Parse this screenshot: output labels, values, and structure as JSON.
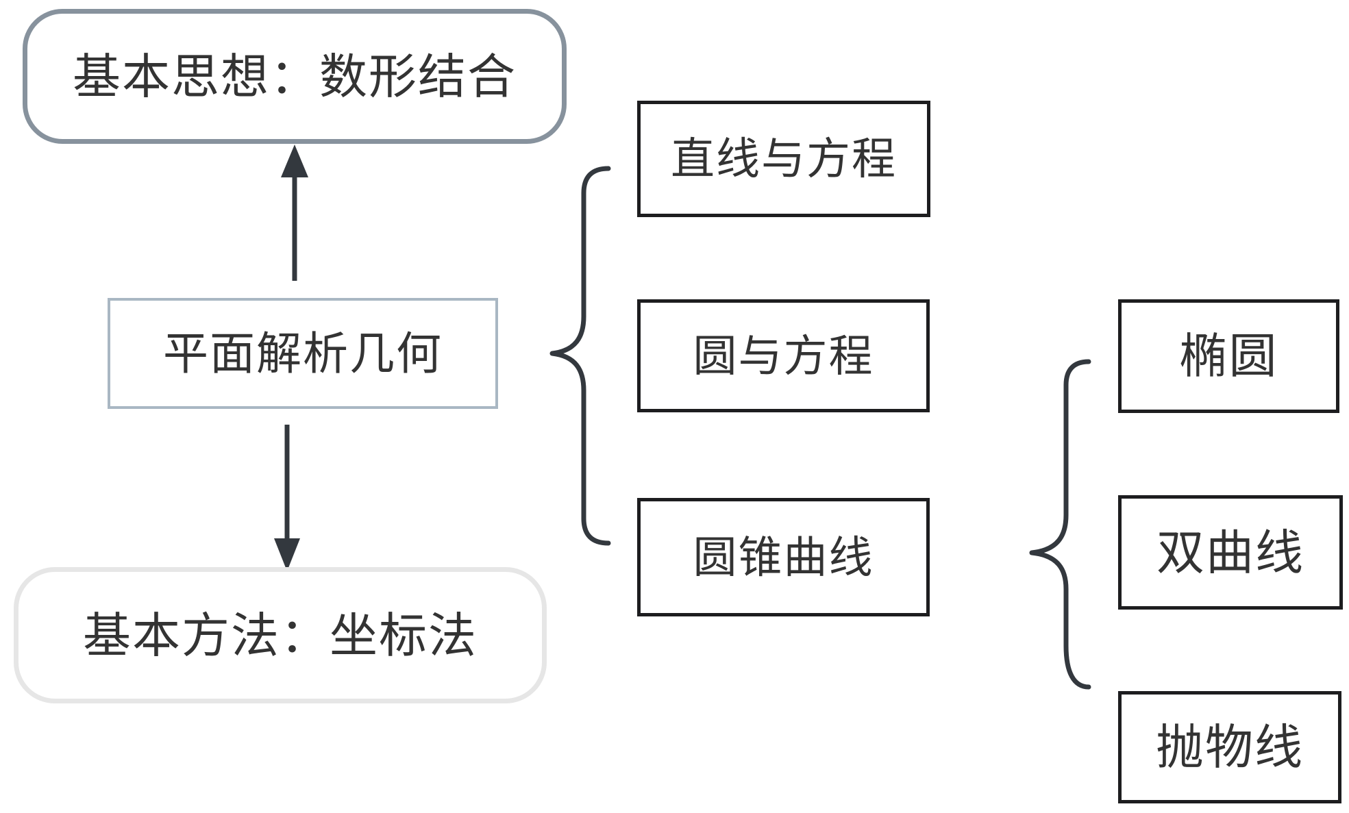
{
  "diagram": {
    "root": {
      "label": "平面解析几何"
    },
    "annotations": {
      "idea": {
        "label": "基本思想：数形结合"
      },
      "method": {
        "label": "基本方法：坐标法"
      }
    },
    "branches": [
      {
        "label": "直线与方程"
      },
      {
        "label": "圆与方程"
      },
      {
        "label": "圆锥曲线",
        "children": [
          {
            "label": "椭圆"
          },
          {
            "label": "双曲线"
          },
          {
            "label": "抛物线"
          }
        ]
      }
    ],
    "connectors": {
      "root_to_idea": "arrow-up",
      "root_to_method": "arrow-down",
      "root_to_branches": "curly-brace-left",
      "conic_to_types": "curly-brace-left"
    },
    "colors": {
      "background": "#ffffff",
      "text": "#333333",
      "branch_border": "#1d1d1f",
      "idea_border": "#87929d",
      "root_border": "#a9b7c3",
      "method_border": "#e6e6e6",
      "connector": "#33383e"
    }
  }
}
